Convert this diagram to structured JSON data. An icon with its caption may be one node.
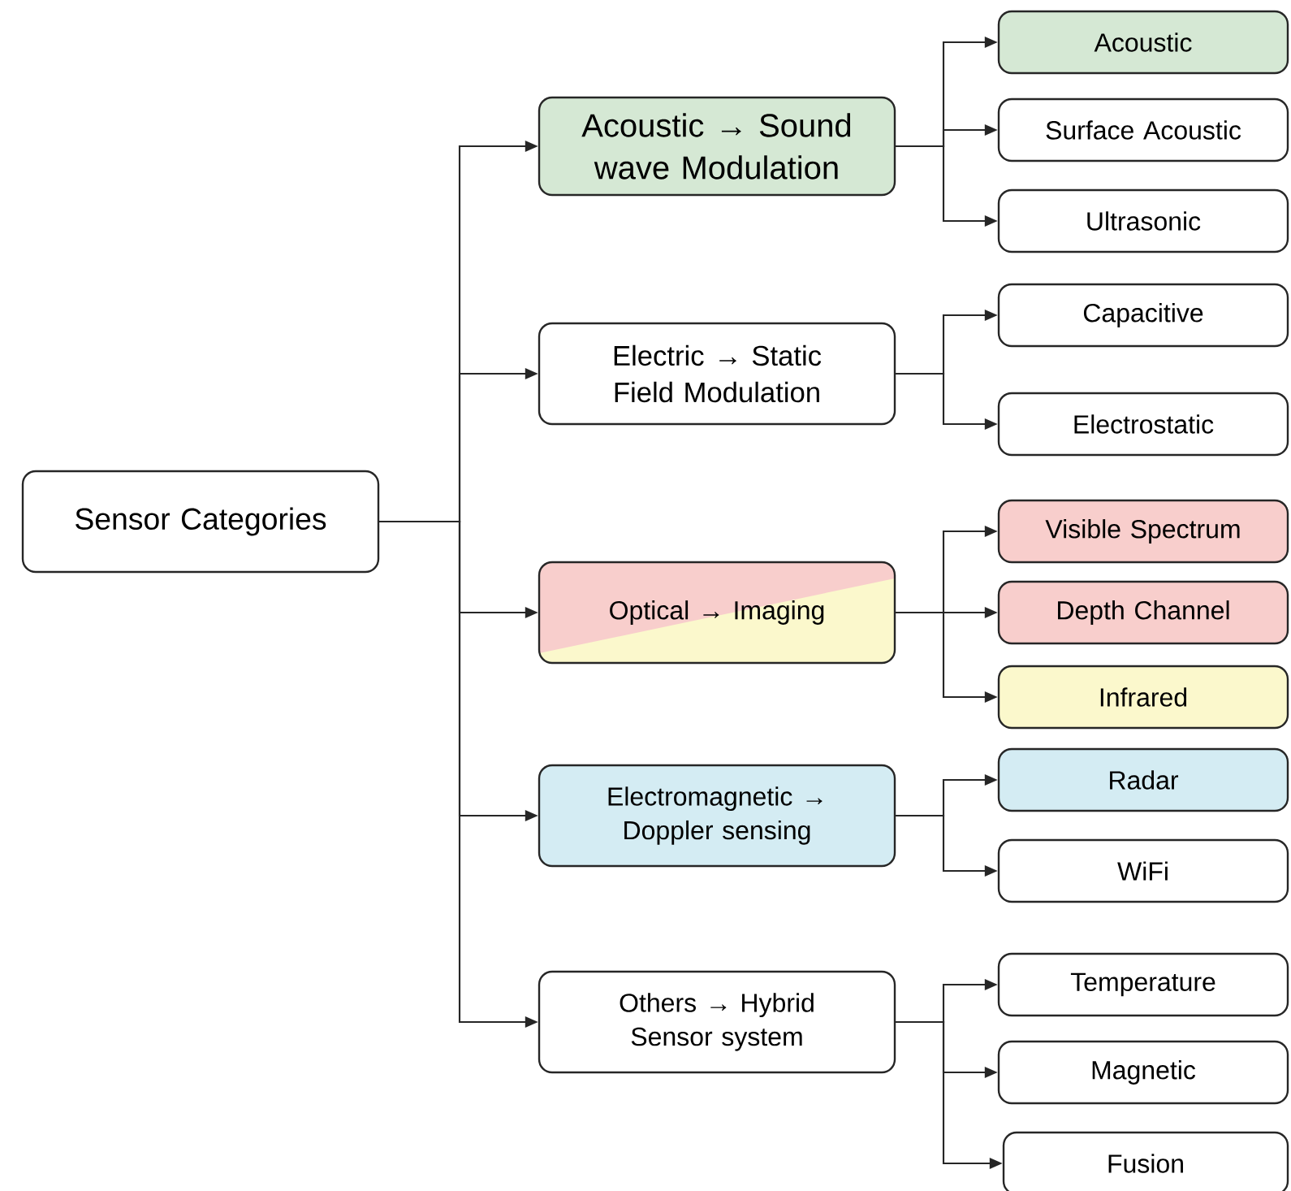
{
  "diagram": {
    "nodes": [
      {
        "text": [
          "Sensor Categories"
        ]
      },
      {
        "text": [
          "Acoustic → Sound wave Modulation"
        ]
      },
      {
        "text": [
          "Electric → Static Field Modulation"
        ]
      },
      {
        "text": [
          "Optical → Imaging"
        ]
      },
      {
        "text": [
          "Electromagnetic → Doppler sensing"
        ]
      },
      {
        "text": [
          "Others → Hybrid Sensor system"
        ]
      },
      {
        "text": [
          "Acoustic"
        ]
      },
      {
        "text": [
          "Surface Acoustic"
        ]
      },
      {
        "text": [
          "Ultrasonic"
        ]
      },
      {
        "text": [
          "Capacitive"
        ]
      },
      {
        "text": [
          "Electrostatic"
        ]
      },
      {
        "text": [
          "Visible Spectrum"
        ]
      },
      {
        "text": [
          "Depth Channel"
        ]
      },
      {
        "text": [
          "Infrared"
        ]
      },
      {
        "text": [
          "Radar"
        ]
      },
      {
        "text": [
          "WiFi"
        ]
      },
      {
        "text": [
          "Temperature"
        ]
      },
      {
        "text": [
          "Magnetic"
        ]
      },
      {
        "text": [
          "Fusion"
        ]
      }
    ],
    "edges": [
      {
        "from": 0,
        "to": 1,
        "arrow": "to"
      },
      {
        "from": 0,
        "to": 2,
        "arrow": "to"
      },
      {
        "from": 0,
        "to": 3,
        "arrow": "to"
      },
      {
        "from": 0,
        "to": 4,
        "arrow": "to"
      },
      {
        "from": 0,
        "to": 5,
        "arrow": "to"
      },
      {
        "from": 1,
        "to": 6,
        "arrow": "to"
      },
      {
        "from": 1,
        "to": 7,
        "arrow": "to"
      },
      {
        "from": 1,
        "to": 8,
        "arrow": "to"
      },
      {
        "from": 2,
        "to": 9,
        "arrow": "to"
      },
      {
        "from": 2,
        "to": 10,
        "arrow": "to"
      },
      {
        "from": 3,
        "to": 11,
        "arrow": "to"
      },
      {
        "from": 3,
        "to": 12,
        "arrow": "to"
      },
      {
        "from": 3,
        "to": 13,
        "arrow": "to"
      },
      {
        "from": 4,
        "to": 14,
        "arrow": "to"
      },
      {
        "from": 4,
        "to": 15,
        "arrow": "to"
      },
      {
        "from": 5,
        "to": 16,
        "arrow": "to"
      },
      {
        "from": 5,
        "to": 17,
        "arrow": "to"
      },
      {
        "from": 5,
        "to": 18,
        "arrow": "to"
      }
    ]
  }
}
